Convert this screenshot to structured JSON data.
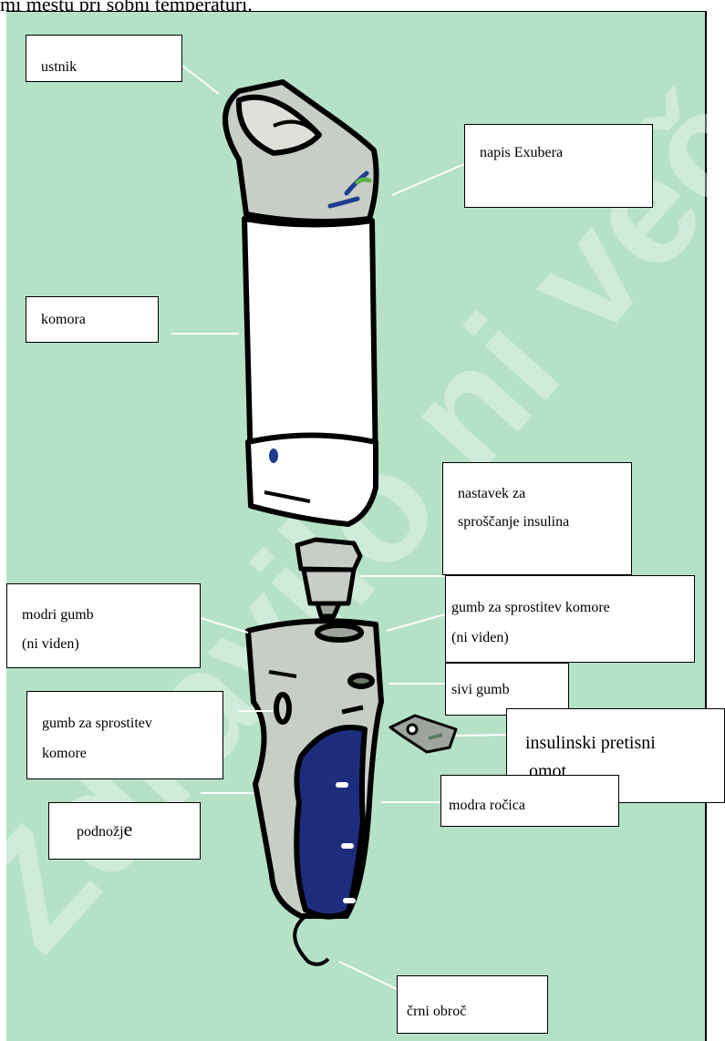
{
  "header_text": "mi mestu pri sobni temperaturi.",
  "labels": {
    "ustnik": "ustnik",
    "napis": "napis Exubera",
    "komora": "komora",
    "nastavek_1": "nastavek za",
    "nastavek_2": "sproščanje insulina",
    "modri_gumb_1": "modri gumb",
    "modri_gumb_2": "(ni viden)",
    "gumb_komore_top_1": "gumb za sprostitev komore",
    "gumb_komore_top_2": "(ni viden)",
    "sivi_gumb": "sivi gumb",
    "gumb_komore_left_1": "gumb za sprostitev",
    "gumb_komore_left_2": "komore",
    "pretisni_1": "insulinski pretisni",
    "pretisni_2": "omot",
    "podnozje_a": "podnožj",
    "podnozje_b": "e",
    "rocica": "modra ročica",
    "obroc": "črni obroč"
  },
  "colors": {
    "background": "#b5e1c6",
    "device_grey": "#c8cec6",
    "device_dark": "#9ea59c",
    "handle_blue": "#1e2c7e",
    "logo_blue": "#1f3c8f",
    "logo_green": "#5db14a"
  },
  "icons": [
    "inhaler-mouthpiece-icon",
    "inhaler-chamber-icon",
    "insulin-release-unit-icon",
    "inhaler-base-icon",
    "blister-pack-icon"
  ]
}
